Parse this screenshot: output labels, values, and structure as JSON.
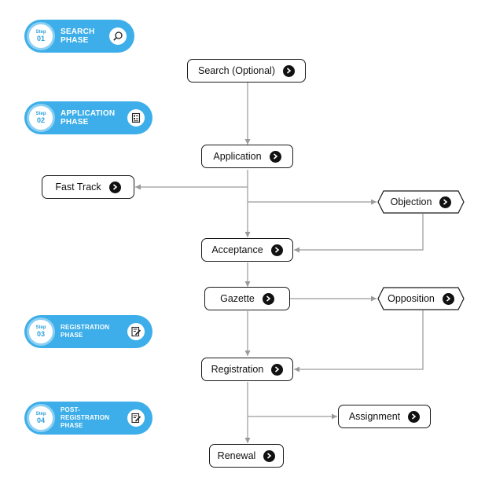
{
  "steps": [
    {
      "step_word": "Step",
      "number": "01",
      "label": "SEARCH\nPHASE",
      "icon": "magnifier-icon"
    },
    {
      "step_word": "Step",
      "number": "02",
      "label": "APPLICATION\nPHASE",
      "icon": "form-icon"
    },
    {
      "step_word": "Step",
      "number": "03",
      "label": "REGISTRATION\nPHASE",
      "icon": "document-edit-icon"
    },
    {
      "step_word": "Step",
      "number": "04",
      "label": "POST-\nREGISTRATION\nPHASE",
      "icon": "document-edit-icon"
    }
  ],
  "nodes": {
    "search": "Search (Optional)",
    "application": "Application",
    "fast_track": "Fast Track",
    "objection": "Objection",
    "acceptance": "Acceptance",
    "gazette": "Gazette",
    "opposition": "Opposition",
    "registration": "Registration",
    "assignment": "Assignment",
    "renewal": "Renewal"
  },
  "colors": {
    "step_pill": "#3daee9",
    "step_ring": "#8dd0f3",
    "node_border": "#1a1a1a",
    "connector": "#9a9a9a"
  }
}
